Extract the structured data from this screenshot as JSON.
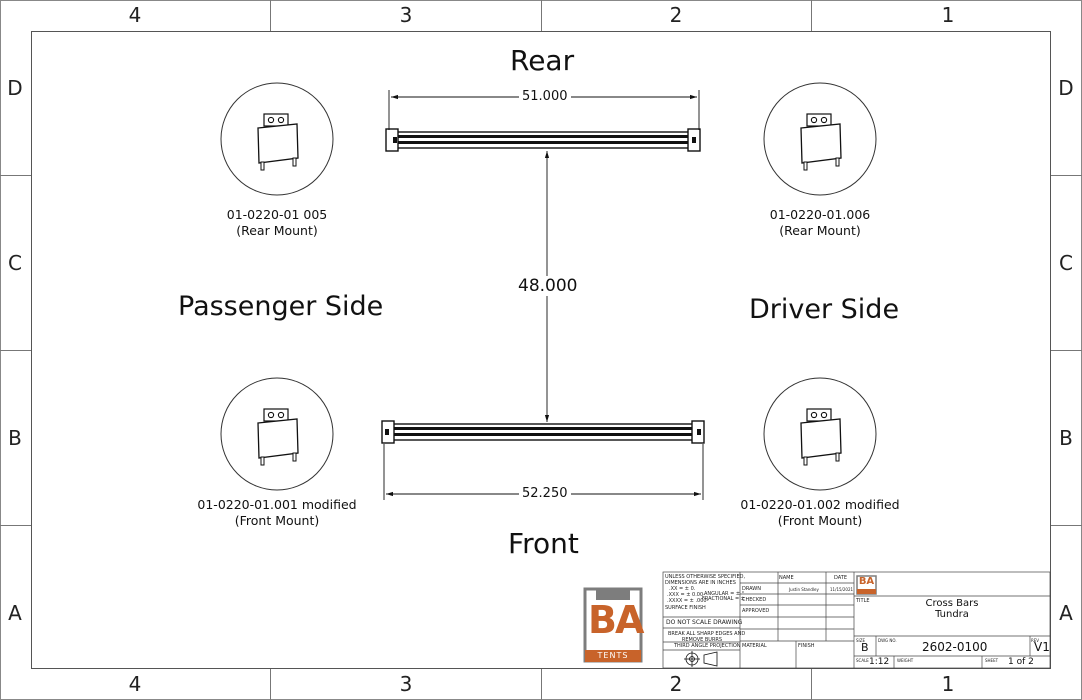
{
  "zones": {
    "top": [
      "4",
      "3",
      "2",
      "1"
    ],
    "bottom": [
      "4",
      "3",
      "2",
      "1"
    ],
    "left": [
      "D",
      "C",
      "B",
      "A"
    ],
    "right": [
      "D",
      "C",
      "B",
      "A"
    ]
  },
  "labels": {
    "rear": "Rear",
    "front": "Front",
    "passenger": "Passenger Side",
    "driver": "Driver Side"
  },
  "dimensions": {
    "rear_bar": "51.000",
    "front_bar": "52.250",
    "spacing": "48.000"
  },
  "parts": {
    "rear_left": {
      "number": "01-0220-01 005",
      "note": "(Rear Mount)"
    },
    "rear_right": {
      "number": "01-0220-01.006",
      "note": "(Rear Mount)"
    },
    "front_left": {
      "number": "01-0220-01.001 modified",
      "note": "(Front Mount)"
    },
    "front_right": {
      "number": "01-0220-01.002 modified",
      "note": "(Front Mount)"
    }
  },
  "logo": {
    "letters": "BA",
    "word": "TENTS",
    "color": "#c8632a",
    "frame_color": "#7d7d7d"
  },
  "title_block": {
    "tolerance_lines": [
      "UNLESS OTHERWISE SPECIFIED,",
      "DIMENSIONS ARE IN INCHES",
      ".XX = ± 0.",
      ".XXX = ± 0.00-",
      ".XXXX = ± .000-"
    ],
    "angular": "ANGULAR = ± °",
    "fractional": "FRACTIONAL = ±",
    "surface_finish": "SURFACE FINISH",
    "do_not_scale": "DO NOT SCALE DRAWING",
    "break_edges": [
      "BREAK ALL SHARP EDGES AND",
      "REMOVE BURRS"
    ],
    "projection": "THIRD ANGLE PROJECTION",
    "name_header": "NAME",
    "date_header": "DATE",
    "drawn_label": "DRAWN",
    "drawn_by": "Justin Standley",
    "drawn_date": "11/15/2021",
    "checked_label": "CHECKED",
    "approved_label": "APPROVED",
    "material_label": "MATERIAL",
    "finish_label": "FINISH",
    "title_label": "TITLE",
    "title_line1": "Cross Bars",
    "title_line2": "Tundra",
    "size_label": "SIZE",
    "size": "B",
    "dwg_label": "DWG NO.",
    "dwg_no": "2602-0100",
    "rev_label": "REV",
    "rev": "V1",
    "scale_label": "SCALE",
    "scale": "1:12",
    "weight_label": "WEIGHT",
    "sheet_label": "SHEET",
    "sheet": "1 of 2"
  }
}
